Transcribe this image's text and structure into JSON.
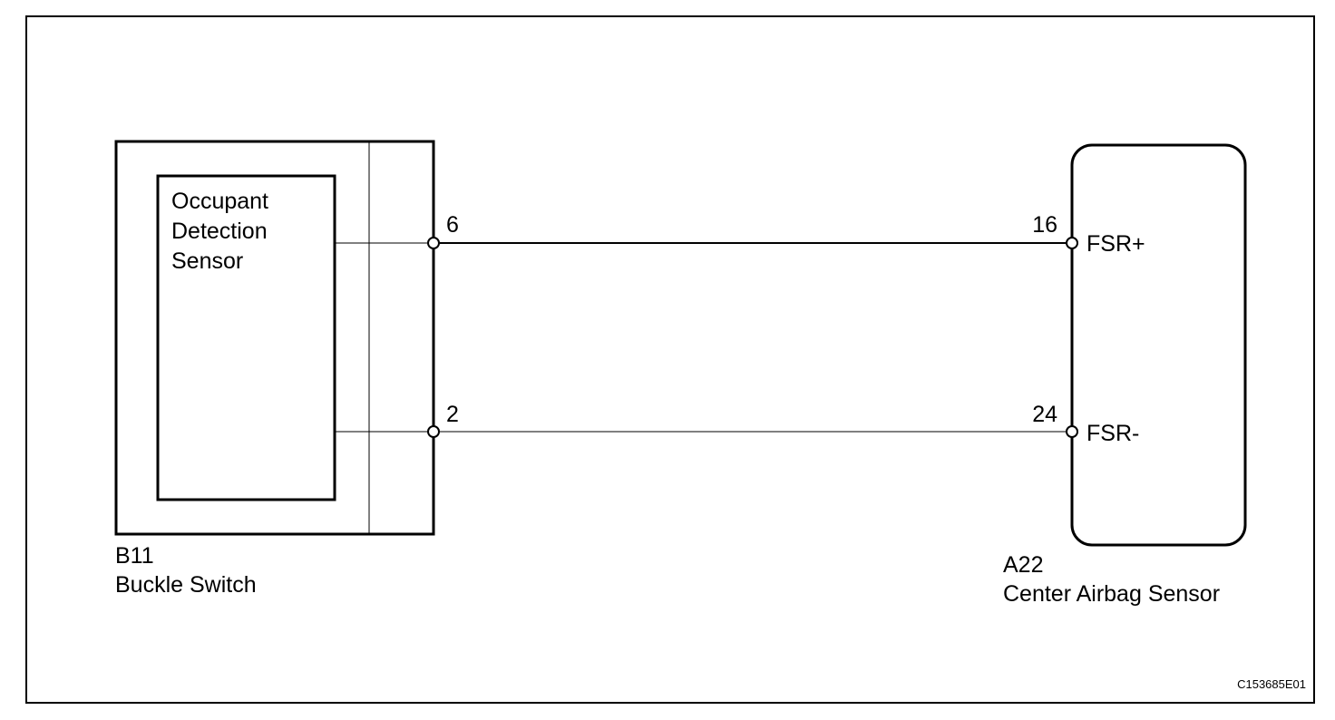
{
  "left_component": {
    "code": "B11",
    "name": "Buckle Switch",
    "inner_label_lines": [
      "Occupant",
      "Detection",
      "Sensor"
    ]
  },
  "right_component": {
    "code": "A22",
    "name": "Center Airbag Sensor"
  },
  "wires": [
    {
      "from_pin": "6",
      "to_pin": "16",
      "to_signal": "FSR+"
    },
    {
      "from_pin": "2",
      "to_pin": "24",
      "to_signal": "FSR-"
    }
  ],
  "figure_code": "C153685E01"
}
